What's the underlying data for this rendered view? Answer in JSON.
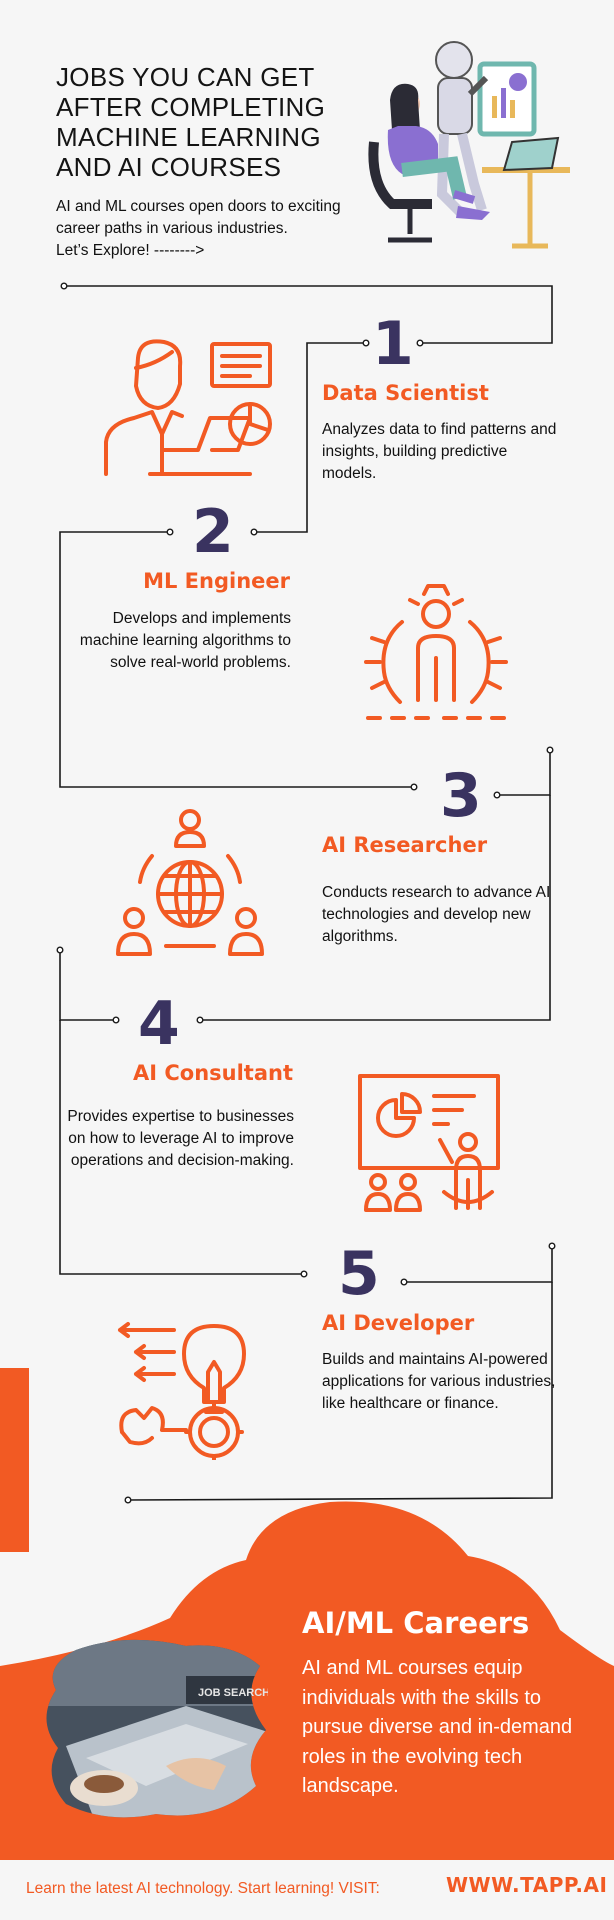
{
  "header": {
    "title": "JOBS YOU CAN GET AFTER COMPLETING MACHINE LEARNING AND AI COURSES",
    "intro": "AI and ML courses open doors to exciting career paths in various industries.",
    "explore": "Let’s Explore! -------->"
  },
  "jobs": [
    {
      "number": "1",
      "title": "Data Scientist",
      "description": "Analyzes data to find patterns and insights, building predictive models.",
      "icon": "data-scientist-icon"
    },
    {
      "number": "2",
      "title": "ML Engineer",
      "description": "Develops and implements machine learning algorithms to solve real-world problems.",
      "icon": "gear-person-icon"
    },
    {
      "number": "3",
      "title": "AI Researcher",
      "description": "Conducts research to advance AI technologies and develop new algorithms.",
      "icon": "globe-network-icon"
    },
    {
      "number": "4",
      "title": "AI Consultant",
      "description": "Provides expertise to businesses on how to leverage AI to improve operations and decision-making.",
      "icon": "presentation-icon"
    },
    {
      "number": "5",
      "title": "AI Developer",
      "description": "Builds and maintains AI-powered applications for various industries, like healthcare or finance.",
      "icon": "lightbulb-tools-icon"
    }
  ],
  "careers": {
    "title": "AI/ML Careers",
    "text": "AI and ML courses equip individuals with the skills to pursue diverse and in-demand roles in the evolving tech landscape.",
    "photo_sign": "JOB SEARCH"
  },
  "footer": {
    "text": "Learn the latest AI technology. Start learning! VISIT:",
    "url": "WWW.TAPP.AI"
  },
  "colors": {
    "accent": "#f25a23",
    "number": "#3a3360",
    "background": "#f6f6f6"
  }
}
